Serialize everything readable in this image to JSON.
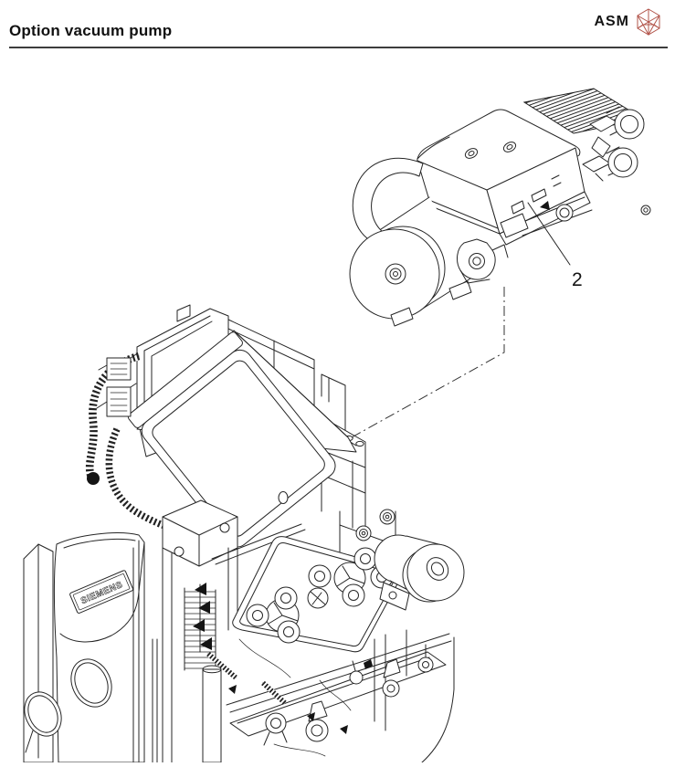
{
  "header": {
    "title": "Option vacuum pump",
    "brand": "ASM"
  },
  "colors": {
    "brand_logo": "#b2544a",
    "line": "#262626",
    "rule": "#3d3d3d"
  },
  "figure": {
    "description": "Isometric exploded technical drawing of vacuum pump option mounted to placement machine",
    "callout_number": "2",
    "machine_brand_label": "SIEMENS"
  }
}
